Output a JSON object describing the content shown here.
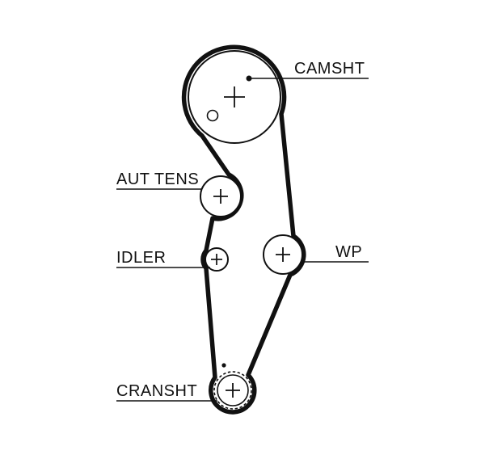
{
  "diagram": {
    "type": "timing-belt-routing",
    "components": {
      "camshaft": {
        "label": "CAMSHT"
      },
      "tensioner": {
        "label": "AUT TENS"
      },
      "idler": {
        "label": "IDLER"
      },
      "water_pump": {
        "label": "WP"
      },
      "crankshaft": {
        "label": "CRANSHT"
      }
    },
    "colors": {
      "belt": "#111111",
      "outline": "#111111",
      "background": "#ffffff"
    }
  }
}
